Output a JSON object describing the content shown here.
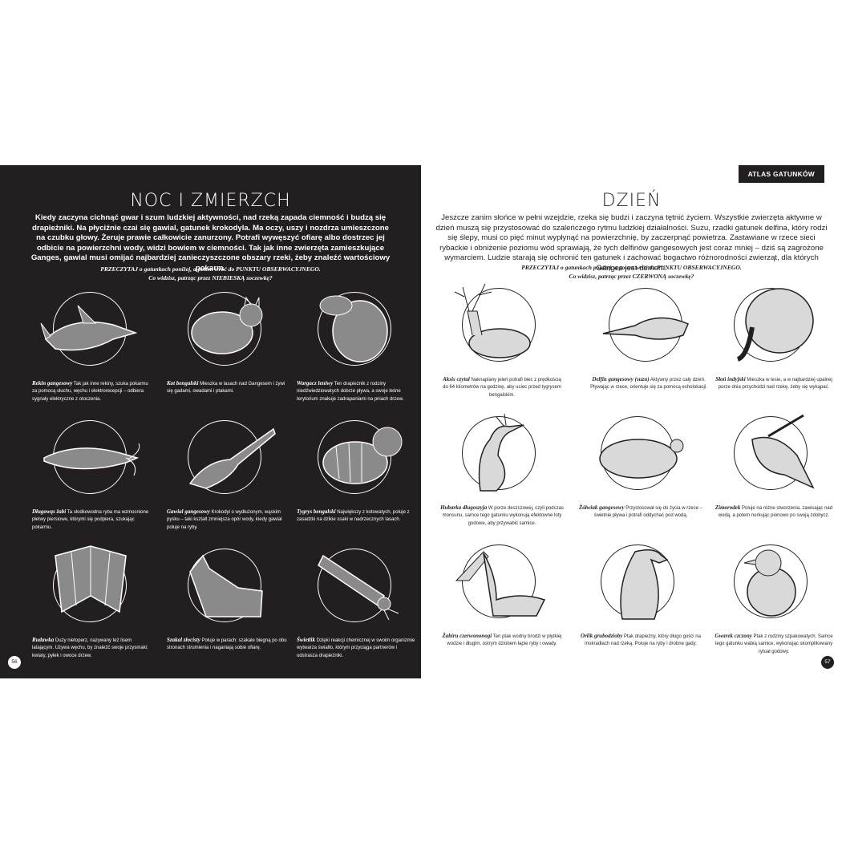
{
  "left_page": {
    "title": "NOC I ZMIERZCH",
    "intro": "Kiedy zaczyna cichnąć gwar i szum ludzkiej aktywności, nad rzeką zapada ciemność i budzą się drapieżniki. Na płyciźnie czai się gawial, gatunek krokodyla. Ma oczy, uszy i nozdrza umieszczone na czubku głowy. Żeruje prawie całkowicie zanurzony. Potrafi wywęszyć ofiarę albo dostrzec jej odbicie na powierzchni wody, widzi bowiem w ciemności. Tak jak inne zwierzęta zamieszkujące Ganges, gawial musi omijać najbardziej zanieczyszczone obszary rzeki, żeby znaleźć wartościowy pokarm.",
    "instruction_line1": "PRZECZYTAJ o gatunkach poniżej, a potem wróć do PUNKTU OBSERWACYJNEGO.",
    "instruction_line2": "Co widzisz, patrząc przez NIEBIESKĄ soczewkę?",
    "page_number": "56",
    "animals": [
      {
        "name": "Rekin gangesowy",
        "text": " Tak jak inne rekiny, szuka pokarmu za pomocą słuchu, węchu i elektrorecepcji – odbiera sygnały elektryczne z otoczenia.",
        "icon": "shark-icon"
      },
      {
        "name": "Kot bengalski",
        "text": " Mieszka w lasach nad Gangesem i żywi się gadami, owadami i ptakami.",
        "icon": "wild-cat-icon"
      },
      {
        "name": "Wargacz leniwy",
        "text": " Ten drapieżnik z rodziny niedźwiedziowatych dobrze pływa, a swoje leśne terytorium znakuje zadrapaniami na pniach drzew.",
        "icon": "sloth-bear-icon"
      },
      {
        "name": "Długowąs żabi",
        "text": " Ta słodkowodna ryba ma wzmocnione płetwy piersiowe, którymi się podpiera, szukając pokarmu.",
        "icon": "catfish-icon"
      },
      {
        "name": "Gawial gangesowy",
        "text": " Krokodyl o wydłużonym, wąskim pysku – taki kształt zmniejsza opór wody, kiedy gawial poluje na ryby.",
        "icon": "gharial-icon"
      },
      {
        "name": "Tygrys bengalski",
        "text": " Największy z kotowatych, poluje z zasadzki na dzikie ssaki w nadrzecznych lasach.",
        "icon": "tiger-icon"
      },
      {
        "name": "Rudawka",
        "text": " Duży nietoperz, nazywany też lisem latającym. Używa węchu, by znaleźć swoje przysmaki: kwiaty, pyłek i owoce drzew.",
        "icon": "bat-icon"
      },
      {
        "name": "Szakal złocisty",
        "text": " Poluje w parach: szakale biegną po obu stronach strumienia i naganiają sobie ofiarę.",
        "icon": "jackal-icon"
      },
      {
        "name": "Świetlik",
        "text": " Dzięki reakcji chemicznej w swoim organizmie wytwarza światło, którym przyciąga partnerów i odstrasza drapieżniki.",
        "icon": "firefly-icon"
      }
    ]
  },
  "right_page": {
    "badge": "ATLAS GATUNKÓW",
    "title": "DZIEŃ",
    "intro": "Jeszcze zanim słońce w pełni wzejdzie, rzeka się budzi i zaczyna tętnić życiem. Wszystkie zwierzęta aktywne w dzień muszą się przystosować do szaleńczego rytmu ludzkiej działalności. Suzu, rzadki gatunek delfina, który rodzi się ślepy, musi co pięć minut wypłynąć na powierzchnię, by zaczerpnąć powietrza. Zastawiane w rzece sieci rybackie i obniżenie poziomu wód sprawiają, że tych delfinów gangesowych jest coraz mniej – dziś są zagrożone wymarciem. Ludzie starają się ochronić ten gatunek i zachować bogactwo różnorodności zwierząt, dla których Ganges jest domem.",
    "instruction_line1": "PRZECZYTAJ o gatunkach poniżej, a potem wróć do PUNKTU OBSERWACYJNEGO.",
    "instruction_line2": "Co widzisz, patrząc przez CZERWONĄ soczewkę?",
    "page_number": "57",
    "animals": [
      {
        "name": "Aksis czytal",
        "text": " Naknaplany jeleń potrafi biec z prędkością do 64 kilometrów na godzinę, aby uciec przed tygrysem bengalskim.",
        "icon": "deer-icon"
      },
      {
        "name": "Delfin gangesowy (suzu)",
        "text": " Aktywny przez cały dzień. Pływając w rzece, orientuje się za pomocą echolokacji.",
        "icon": "dolphin-icon"
      },
      {
        "name": "Słoń indyjski",
        "text": " Mieszka w lesie, a w najbardziej upalnej porze dnia przychodzi nad rzekę, żeby się wykąpać.",
        "icon": "elephant-icon"
      },
      {
        "name": "Hubarka długoszyja",
        "text": " W porze deszczowej, czyli podczas monsunu, samce tego gatunku wykonują efektowne loty godowe, aby przywabić samice.",
        "icon": "bustard-icon"
      },
      {
        "name": "Żółwiak gangesowy",
        "text": " Przystosował się do życia w rzece – świetnie pływa i potrafi oddychać pod wodą.",
        "icon": "turtle-icon"
      },
      {
        "name": "Zimorodek",
        "text": " Poluje na różne stworzenia, zawisając nad wodą, a potem nurkując pionowo po swoją zdobycz.",
        "icon": "kingfisher-icon"
      },
      {
        "name": "Żabiru czerwononogi",
        "text": " Ten ptak wodny brodzi w płytkiej wodzie i długim, ostrym dziobem łapie ryby i owady.",
        "icon": "stork-icon"
      },
      {
        "name": "Orlik grubodzioby",
        "text": " Ptak drapieżny, który długo gości na mokradłach nad rzeką. Poluje na ryby i drobne gady.",
        "icon": "eagle-icon"
      },
      {
        "name": "Gwarek czczony",
        "text": " Ptak z rodziny szpakowatych. Samce tego gatunku wabią samice, wykonując skomplikowany rytuał godowy.",
        "icon": "myna-icon"
      }
    ]
  }
}
